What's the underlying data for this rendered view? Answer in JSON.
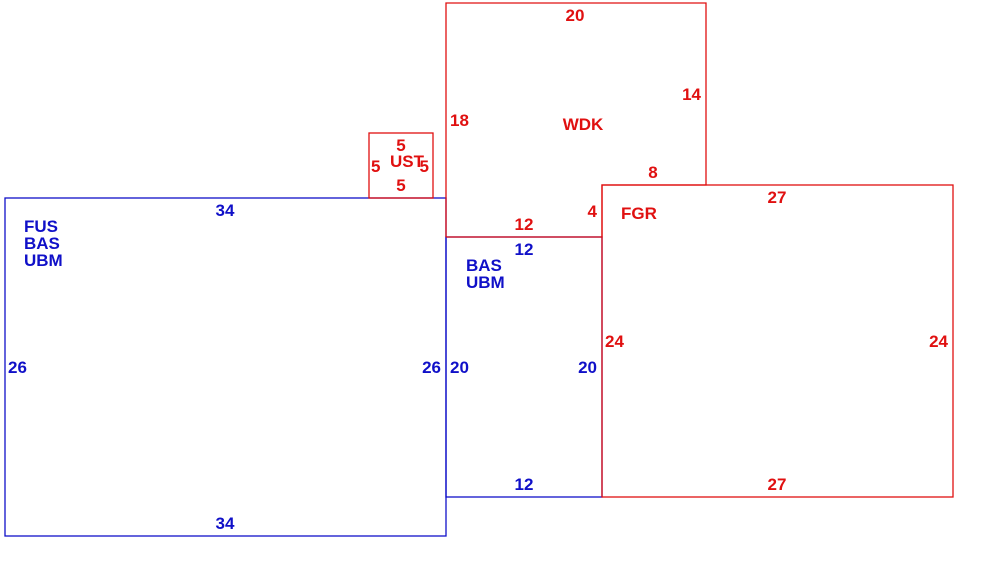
{
  "colors": {
    "blue": "#1010c8",
    "red": "#e01010"
  },
  "areas": {
    "main_living": {
      "labels": [
        "FUS",
        "BAS",
        "UBM"
      ],
      "dims": {
        "top": "34",
        "bottom": "34",
        "left": "26",
        "right": "26"
      }
    },
    "addition": {
      "labels": [
        "BAS",
        "UBM"
      ],
      "dims": {
        "top": "12",
        "bottom": "12",
        "left": "20",
        "right": "20"
      }
    },
    "deck": {
      "labels": [
        "WDK"
      ],
      "dims": {
        "top": "20",
        "right": "14",
        "left": "18",
        "bottom": "12",
        "notch_horizontal": "8",
        "notch_vertical": "4"
      }
    },
    "utility_shed": {
      "labels": [
        "UST"
      ],
      "dims": {
        "top": "5",
        "bottom": "5",
        "left": "5",
        "right": "5"
      }
    },
    "garage": {
      "labels": [
        "FGR"
      ],
      "dims": {
        "top": "27",
        "bottom": "27",
        "left": "24",
        "right": "24"
      }
    }
  }
}
